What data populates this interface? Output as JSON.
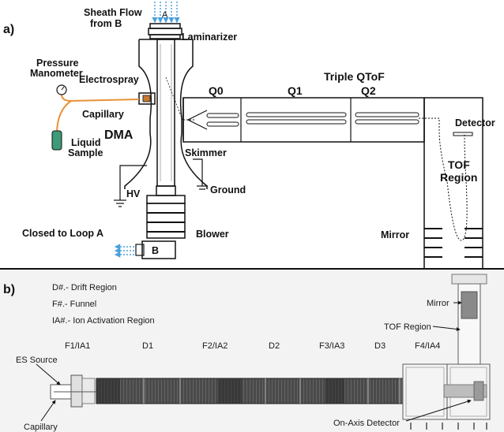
{
  "panel_a": {
    "tag": "a)",
    "labels": {
      "sheath_flow_1": "Sheath Flow",
      "sheath_flow_2": "from B",
      "sheath_letter": "A",
      "laminarizer": "Laminarizer",
      "pressure_1": "Pressure",
      "pressure_2": "Manometer",
      "electrospray": "Electrospray",
      "capillary": "Capillary",
      "liquid_1": "Liquid",
      "liquid_2": "Sample",
      "dma": "DMA",
      "skimmer": "Skimmer",
      "hv": "HV",
      "ground": "Ground",
      "closed_loop": "Closed to Loop A",
      "blower_letter": "B",
      "blower": "Blower",
      "q0": "Q0",
      "q1": "Q1",
      "q2": "Q2",
      "triple_qtof": "Triple QToF",
      "detector": "Detector",
      "tof_1": "TOF",
      "tof_2": "Region",
      "mirror": "Mirror"
    }
  },
  "panel_b": {
    "tag": "b)",
    "legend": [
      "D#.- Drift Region",
      "F#.- Funnel",
      "IA#.- Ion Activation Region"
    ],
    "labels": {
      "f1": "F1/IA1",
      "d1": "D1",
      "f2": "F2/IA2",
      "d2": "D2",
      "f3": "F3/IA3",
      "d3": "D3",
      "f4": "F4/IA4",
      "es_source": "ES Source",
      "capillary": "Capillary",
      "mirror": "Mirror",
      "tof_region": "TOF Region",
      "detector": "On-Axis Detector"
    }
  },
  "colors": {
    "capillary_line": "#e8923a",
    "sheath_arrows": "#4aa0dc",
    "liquid_sample": "#3e9a78",
    "drift_tube": "#3f3f3f",
    "panel_b_bg": "#f3f3f3"
  }
}
